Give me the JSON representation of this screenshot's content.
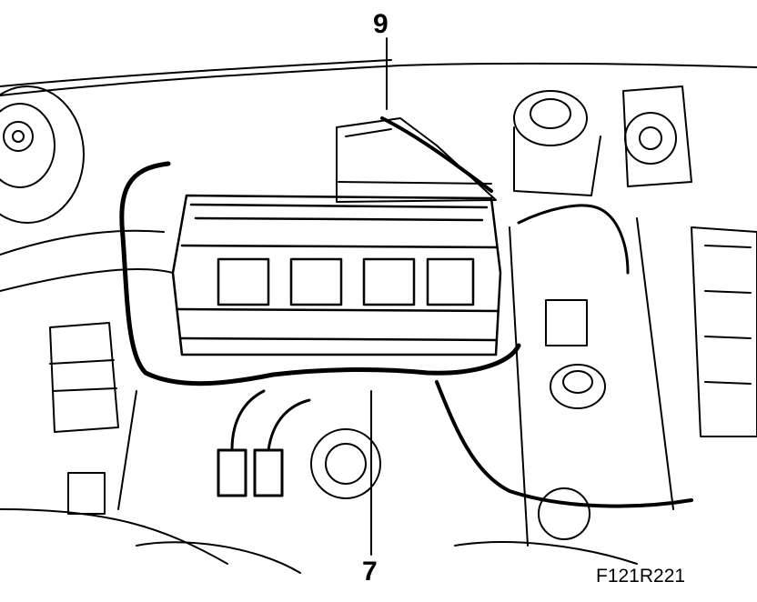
{
  "figure": {
    "callouts": [
      {
        "id": "9",
        "label": "9"
      },
      {
        "id": "7",
        "label": "7"
      }
    ],
    "figure_id": "F121R221"
  }
}
